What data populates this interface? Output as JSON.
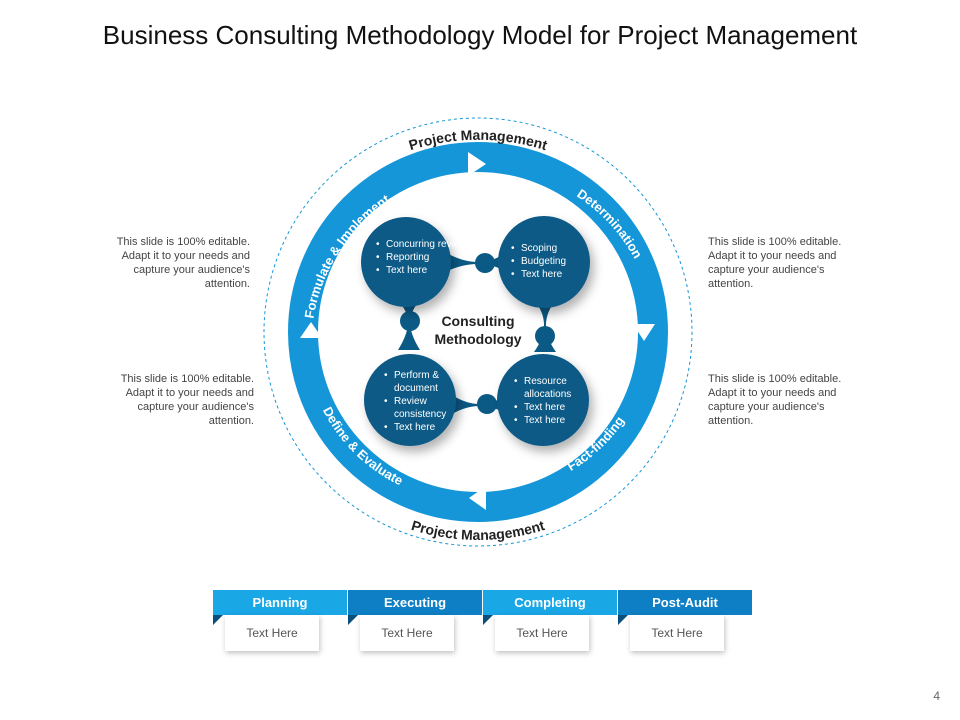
{
  "title": "Business Consulting Methodology Model for Project Management",
  "ring": {
    "top_label": "Project Management",
    "bottom_label": "Project Management",
    "segments": [
      "Formulate & Implement",
      "Determination",
      "Fact-finding",
      "Define & Evaluate"
    ]
  },
  "center": {
    "line1": "Consulting",
    "line2": "Methodology"
  },
  "bubbles": [
    {
      "id": "top-left",
      "items": [
        "Concurring review",
        "Reporting",
        "Text here"
      ]
    },
    {
      "id": "top-right",
      "items": [
        "Scoping",
        "Budgeting",
        "Text here"
      ]
    },
    {
      "id": "bottom-left",
      "items": [
        "Perform & document",
        "Review consistency",
        "Text here"
      ]
    },
    {
      "id": "bottom-right",
      "items": [
        "Resource allocations",
        "Text here",
        "Text here"
      ]
    }
  ],
  "side_notes": {
    "top_left": "This slide is 100% editable. Adapt it to your needs and capture your audience's attention.",
    "bottom_left": "This slide is 100% editable. Adapt it to your needs and capture your audience's attention.",
    "top_right": "This slide is 100% editable. Adapt it to your needs and capture your audience's attention.",
    "bottom_right": "This slide is 100% editable. Adapt it to your needs and capture your audience's attention."
  },
  "phases": [
    {
      "label": "Planning",
      "text": "Text Here"
    },
    {
      "label": "Executing",
      "text": "Text Here"
    },
    {
      "label": "Completing",
      "text": "Text Here"
    },
    {
      "label": "Post-Audit",
      "text": "Text Here"
    }
  ],
  "page_number": "4",
  "colors": {
    "ring": "#1596d8",
    "bubble": "#0b5a86",
    "tab_light": "#1aa7e6",
    "tab_dark": "#0e7fc4"
  }
}
